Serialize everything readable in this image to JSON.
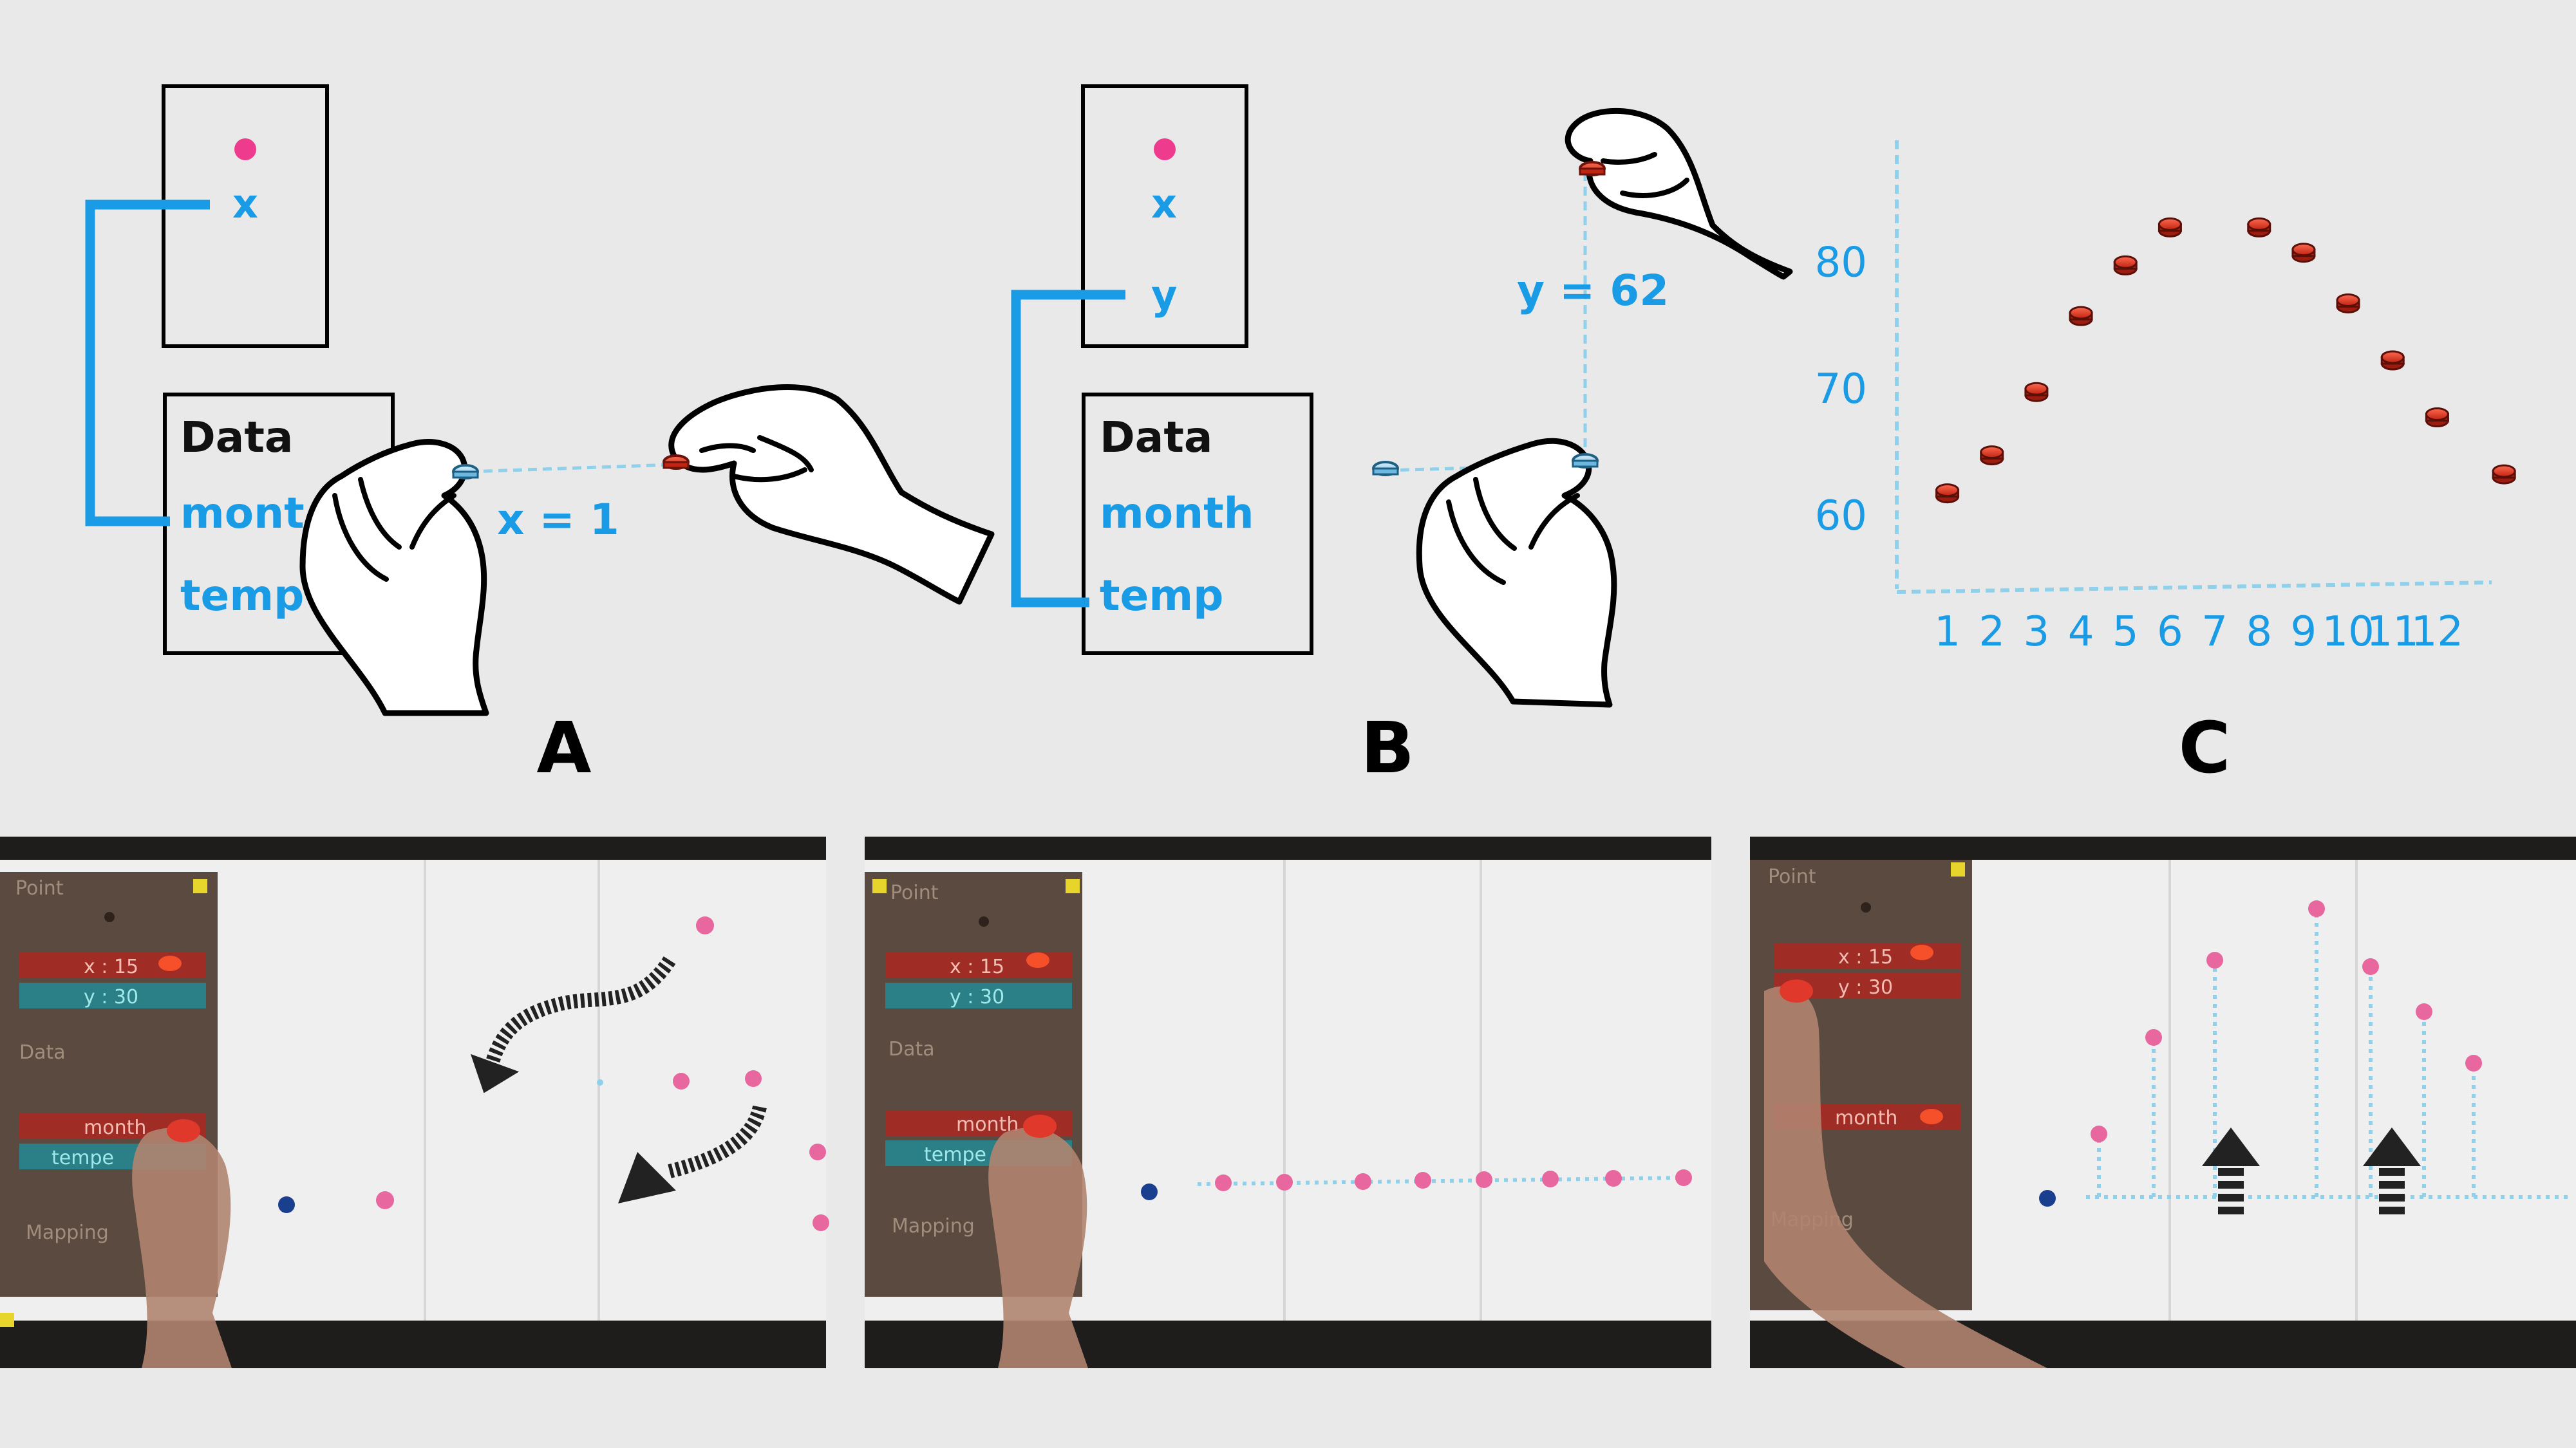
{
  "panel_a": {
    "letter": "A",
    "point_var": "x",
    "data_title": "Data",
    "field_month": "mont",
    "field_temp": "temp",
    "assign": "x = 1"
  },
  "panel_b": {
    "letter": "B",
    "point_var_x": "x",
    "point_var_y": "y",
    "data_title": "Data",
    "field_month": "month",
    "field_temp": "temp",
    "assign": "y = 62"
  },
  "panel_c": {
    "letter": "C"
  },
  "photos": {
    "point_title": "Point",
    "x_label": "x : 15",
    "y_label": "y : 30",
    "data_title": "Data",
    "month_label": "month",
    "temp_label": "tempe",
    "mapping_label": "Mapping"
  },
  "colors": {
    "accent_blue": "#1a9be6",
    "token_red": "#e0392b",
    "point_pink": "#ee3b8e",
    "guide_dotted": "#8fd0ea",
    "photo_board": "#5a4a3f"
  },
  "chart_data": {
    "type": "scatter",
    "x_ticks": [
      "1",
      "2",
      "3",
      "4",
      "5",
      "6",
      "7",
      "8",
      "9",
      "10",
      "11",
      "12"
    ],
    "y_ticks": [
      "60",
      "70",
      "80"
    ],
    "ylim": [
      57,
      88
    ],
    "xlim": [
      0.5,
      12.5
    ],
    "points": [
      {
        "x": 1,
        "y": 62
      },
      {
        "x": 2,
        "y": 65
      },
      {
        "x": 3,
        "y": 70
      },
      {
        "x": 4,
        "y": 76
      },
      {
        "x": 5,
        "y": 80
      },
      {
        "x": 6,
        "y": 83
      },
      {
        "x": 8,
        "y": 83
      },
      {
        "x": 9,
        "y": 81
      },
      {
        "x": 10,
        "y": 77
      },
      {
        "x": 11,
        "y": 72.5
      },
      {
        "x": 12,
        "y": 68
      },
      {
        "x": 13.5,
        "y": 63.5
      }
    ]
  }
}
